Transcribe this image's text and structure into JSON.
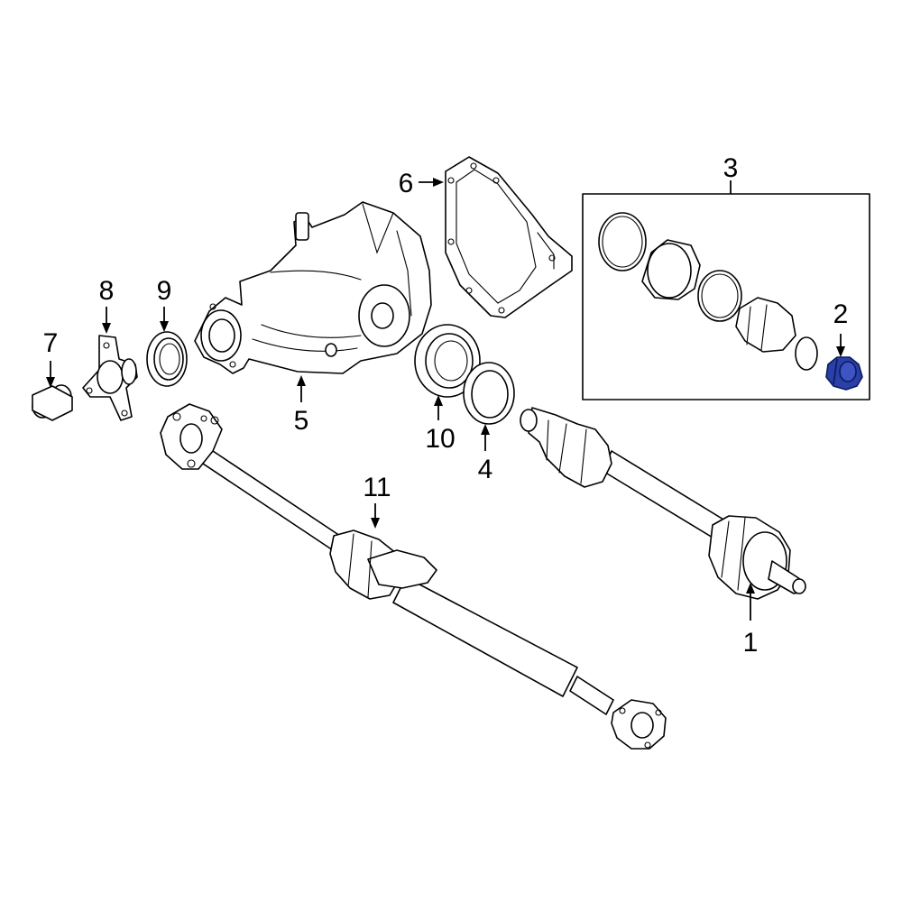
{
  "callouts": {
    "c1": "1",
    "c2": "2",
    "c3": "3",
    "c4": "4",
    "c5": "5",
    "c6": "6",
    "c7": "7",
    "c8": "8",
    "c9": "9",
    "c10": "10",
    "c11": "11"
  },
  "colors": {
    "highlight": "#2b3fa8",
    "highlight_dark": "#0a1a5a",
    "line": "#000000",
    "background": "#ffffff"
  }
}
